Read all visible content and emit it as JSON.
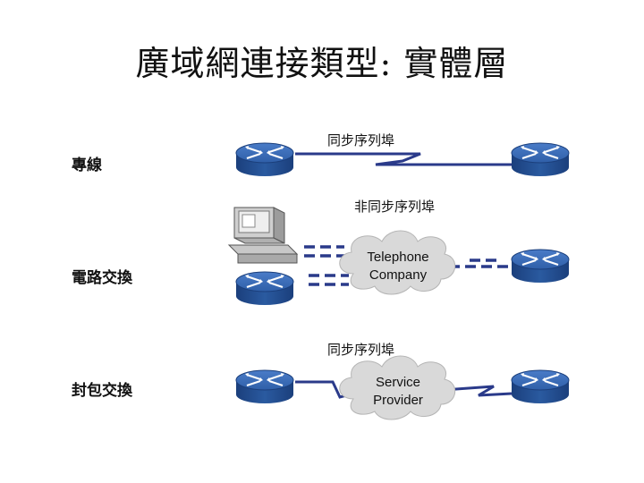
{
  "title": "廣域網連接類型: 實體層",
  "rows": [
    {
      "label": "專線",
      "link_label": "同步序列埠"
    },
    {
      "label": "電路交換",
      "link_label": "非同步序列埠",
      "cloud": "Telephone\nCompany"
    },
    {
      "label": "封包交換",
      "link_label": "同步序列埠",
      "cloud": "Service\nProvider"
    }
  ],
  "colors": {
    "router_top": "#2f5fa8",
    "router_body": "#1f4a8e",
    "router_icon": "#ffffff",
    "line": "#2a3a8a",
    "cloud": "#d8d8d8"
  },
  "icons": [
    "router-icon",
    "computer-icon",
    "cloud-icon",
    "serial-link-icon"
  ]
}
